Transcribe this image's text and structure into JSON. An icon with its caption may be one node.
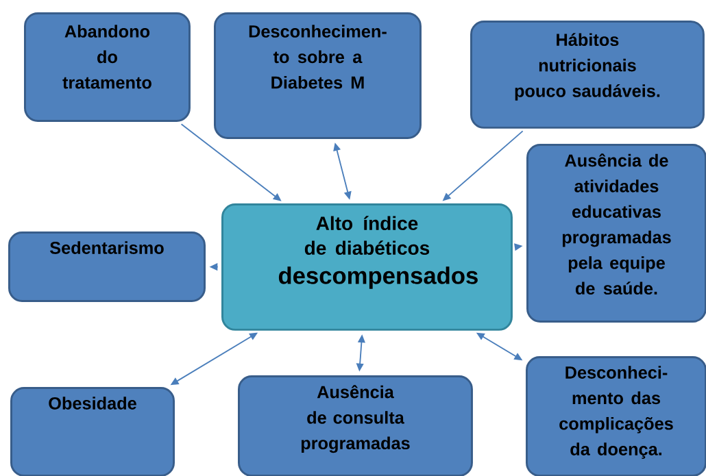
{
  "diagram": {
    "nodes": [
      {
        "text": [
          "Abandono do tratamento"
        ]
      },
      {
        "text": [
          "Desconhecimen-to sobre a Diabetes M"
        ]
      },
      {
        "text": [
          "Hábitos nutricionais pouco saudáveis."
        ]
      },
      {
        "text": [
          "Ausência de atividades educativas programadas pela equipe de saúde."
        ]
      },
      {
        "text": [
          "Sedentarismo"
        ]
      },
      {
        "text": [
          "Alto índice de diabéticos",
          "descompensados"
        ]
      },
      {
        "text": [
          "Obesidade"
        ]
      },
      {
        "text": [
          "Ausência de consulta programadas"
        ]
      },
      {
        "text": [
          "Desconheci-mento das complicações da doença."
        ]
      }
    ],
    "edges": [
      {
        "from": 0,
        "to": 5,
        "arrow": "to"
      },
      {
        "from": 1,
        "to": 5,
        "arrow": "both"
      },
      {
        "from": 2,
        "to": 5,
        "arrow": "to"
      },
      {
        "from": 5,
        "to": 4,
        "arrow": "to"
      },
      {
        "from": 5,
        "to": 3,
        "arrow": "to"
      },
      {
        "from": 5,
        "to": 6,
        "arrow": "both"
      },
      {
        "from": 5,
        "to": 7,
        "arrow": "both"
      },
      {
        "from": 5,
        "to": 8,
        "arrow": "both"
      }
    ]
  }
}
